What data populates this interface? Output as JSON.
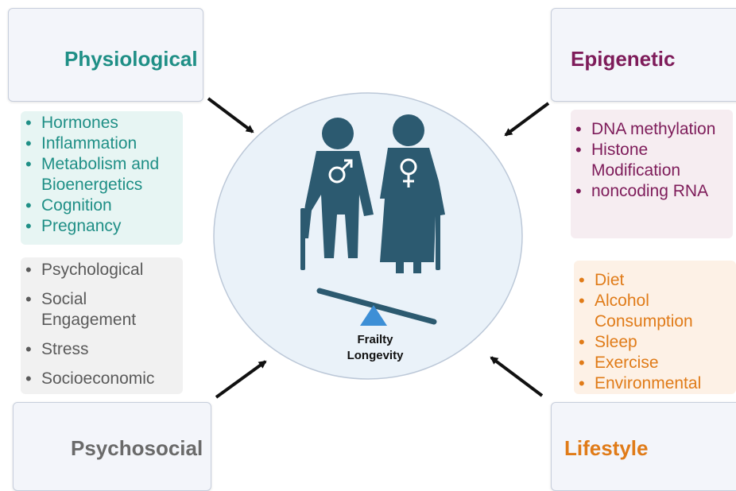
{
  "corners": {
    "physiological": {
      "title": "Physiological",
      "color": "#1f8f86"
    },
    "epigenetic": {
      "title": "Epigenetic",
      "color": "#7e1c5a"
    },
    "psychosocial": {
      "title": "Psychosocial",
      "color": "#6a6a6a"
    },
    "lifestyle": {
      "title": "Lifestyle",
      "color": "#e07b18"
    }
  },
  "lists": {
    "physiological": [
      "Hormones",
      "Inflammation",
      "Metabolism and Bioenergetics",
      "Cognition",
      "Pregnancy"
    ],
    "epigenetic": [
      "DNA methylation",
      "Histone Modification",
      "noncoding RNA"
    ],
    "psychosocial": [
      "Psychological",
      "Social Engagement",
      "Stress",
      "Socioeconomic"
    ],
    "lifestyle": [
      "Diet",
      "Alcohol Consumption",
      "Sleep",
      "Exercise",
      "Environmental"
    ]
  },
  "center": {
    "line1": "Frailty",
    "line2": "Longevity",
    "figure_color": "#2c5a70",
    "fulcrum_color": "#3d8fd6"
  },
  "icons": [
    "human-anatomy-icon",
    "cell-icon",
    "dna-helix-icon",
    "chromosome-icon",
    "stressed-person-icon",
    "people-group-icon",
    "food-icon",
    "runner-icon",
    "sleep-icon",
    "male-symbol-icon",
    "female-symbol-icon"
  ]
}
